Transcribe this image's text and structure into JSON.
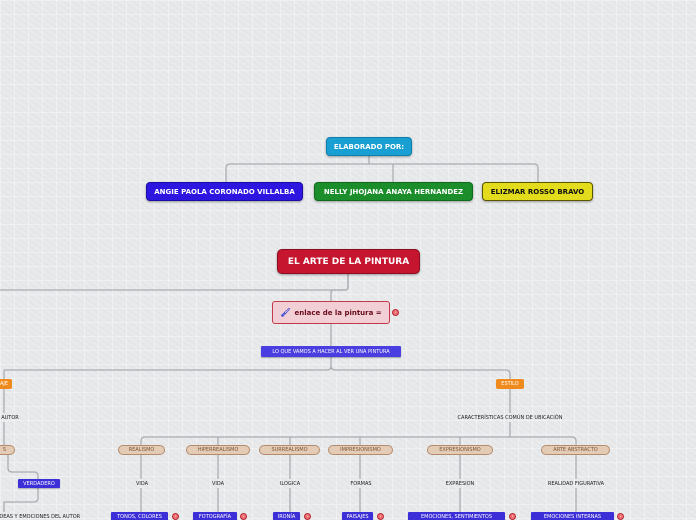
{
  "authors": {
    "header": "ELABORADO POR:",
    "people": [
      "ANGIE PAOLA CORONADO VILLALBA",
      "NELLY JHOJANA ANAYA HERNANDEZ",
      "ELIZMAR ROSSO BRAVO"
    ],
    "colors": [
      "#2c16e0",
      "#1b8d2a",
      "#e3dc1c"
    ]
  },
  "main": {
    "title": "EL ARTE DE LA PINTURA",
    "link_label": "enlace de la pintura =",
    "link_icon": "paintbrush-icon",
    "subtitle": "LO QUE VAMOS A HACER AL VER UNA PINTURA"
  },
  "branches": {
    "left_label": "PAISAJE",
    "left_label_visible": "AJE",
    "left_detail": "AUTOR",
    "right_label": "ESTILO",
    "right_detail": "CARACTERÍSTICAS COMÚN DE UBICACIÓN"
  },
  "styles": {
    "cut_left": "S",
    "items": [
      "REALISMO",
      "HIPERREALISMO",
      "SURREALISMO",
      "IMPRESIONISMO",
      "EXPRESIONISMO",
      "ARTE ABSTRACTO"
    ],
    "descriptors": [
      "VIDA",
      "VIDA",
      "ILOGICA",
      "FORMAS",
      "EXPRESION",
      "REALIDAD FIGURATIVA"
    ],
    "results": [
      "TONOS, COLORES",
      "FOTOGRAFÍA",
      "IRONÍA",
      "PAISAJES",
      "EMOCIONES, SENTIMIENTOS",
      "EMOCIONES INTERNAS"
    ]
  },
  "left_subtree": {
    "verdadero": "VERDADERO",
    "ideas": "IDEAS Y EMOCIONES DEL AUTOR"
  },
  "badge_glyph": "ⓟ"
}
